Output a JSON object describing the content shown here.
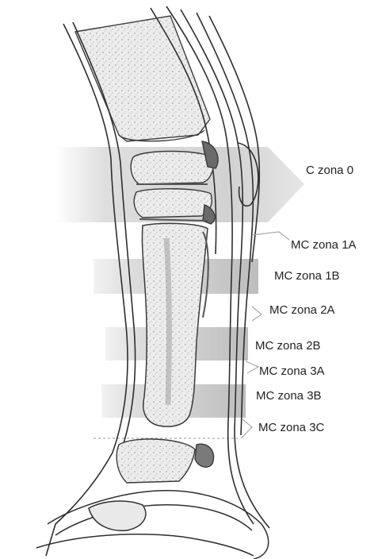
{
  "diagram": {
    "zones": [
      {
        "id": "zone-0",
        "label": "C zona 0"
      },
      {
        "id": "zone-1a",
        "label": "MC zona 1A"
      },
      {
        "id": "zone-1b",
        "label": "MC zona 1B"
      },
      {
        "id": "zone-2a",
        "label": "MC zona 2A"
      },
      {
        "id": "zone-2b",
        "label": "MC zona 2B"
      },
      {
        "id": "zone-3a",
        "label": "MC zona 3A"
      },
      {
        "id": "zone-3b",
        "label": "MC zona 3B"
      },
      {
        "id": "zone-3c",
        "label": "MC zona 3C"
      }
    ]
  }
}
